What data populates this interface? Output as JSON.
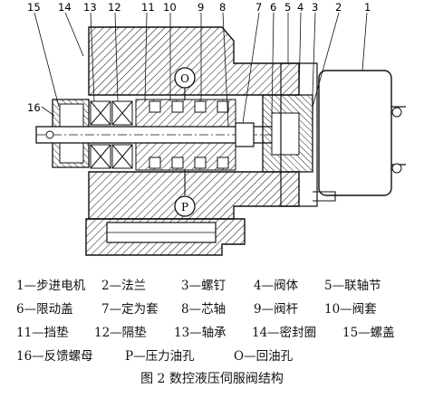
{
  "part_numbers": [
    "15",
    "14",
    "13",
    "12",
    "11",
    "10",
    "9",
    "8",
    "7",
    "6",
    "5",
    "4",
    "3",
    "2",
    "1",
    "16"
  ],
  "port_labels": {
    "return": "O",
    "pressure": "P"
  },
  "legend": [
    [
      "1—步进电机",
      "2—法兰",
      "3—螺钉",
      "4—阀体",
      "5—联轴节"
    ],
    [
      "6—限动盖",
      "7—定为套",
      "8—芯轴",
      "9—阀杆",
      "10—阀套"
    ],
    [
      "11—挡垫",
      "12—隔垫",
      "13—轴承",
      "14—密封圈",
      "15—螺盖"
    ],
    [
      "16—反馈螺母",
      "P—压力油孔",
      "O—回油孔"
    ]
  ],
  "caption": "图 2  数控液压伺服阀结构"
}
